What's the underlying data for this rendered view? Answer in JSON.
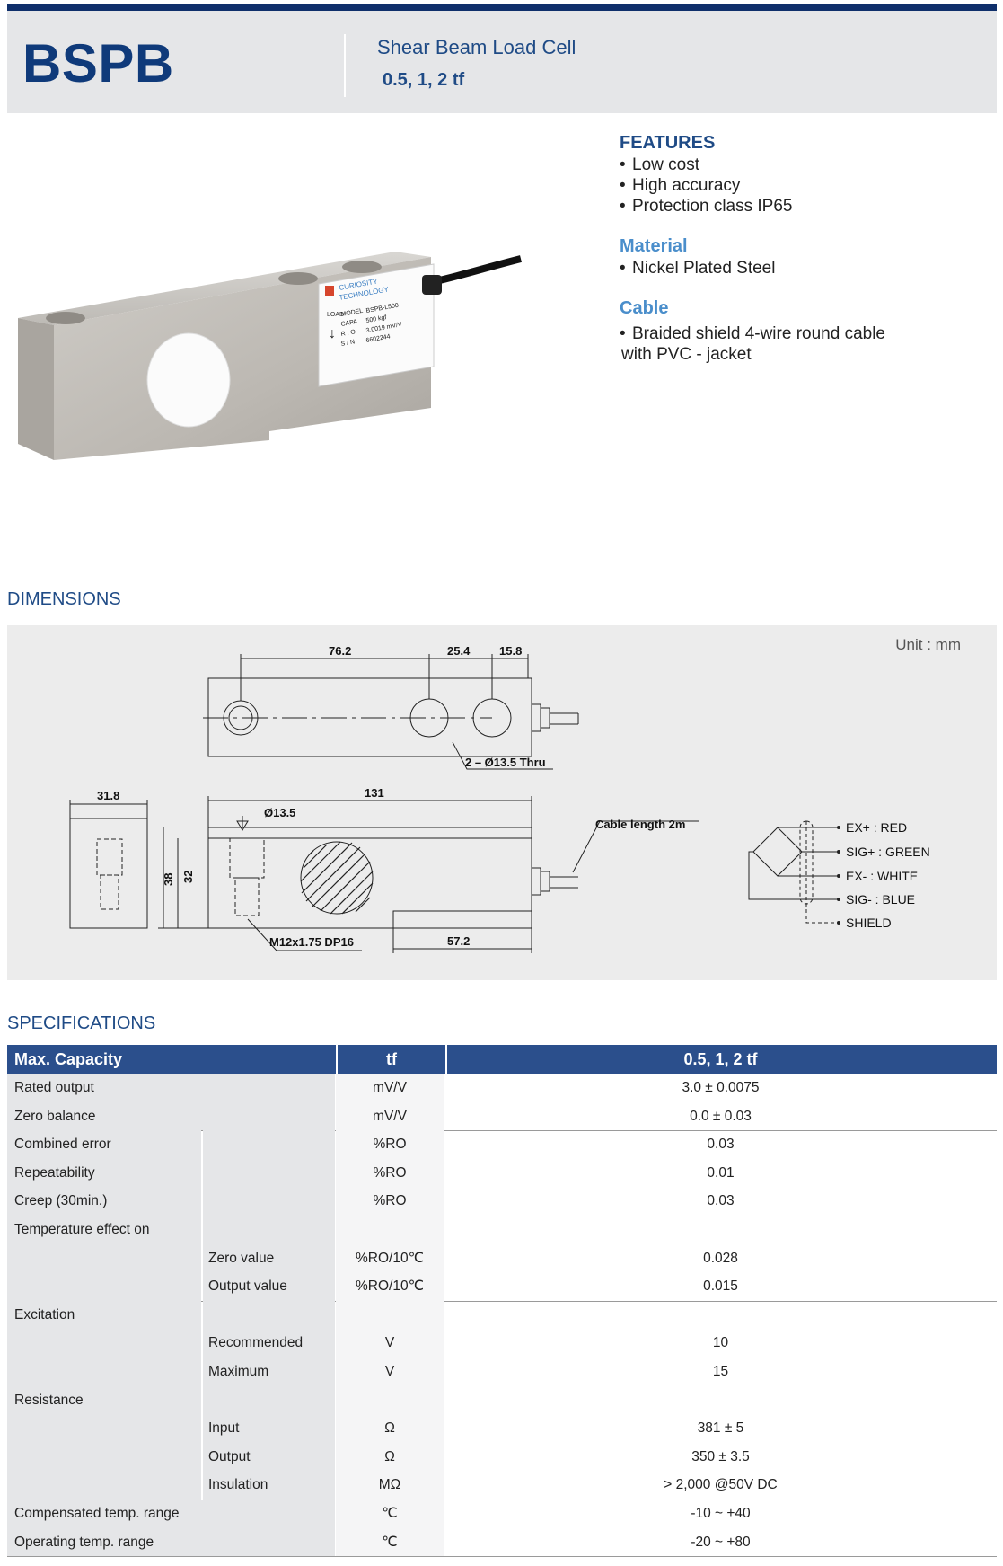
{
  "header": {
    "model": "BSPB",
    "title": "Shear Beam Load Cell",
    "capacity": "0.5, 1, 2 tf"
  },
  "product_label": {
    "brand_line1": "CURIOSITY",
    "brand_line2": "TECHNOLOGY",
    "load": "LOAD",
    "fields": [
      {
        "k": "MODEL",
        "v": "BSPB-L500"
      },
      {
        "k": "CAPA",
        "v": "500 kgf"
      },
      {
        "k": "R . O",
        "v": "3.0019 mV/V"
      },
      {
        "k": "S / N",
        "v": "6602244"
      }
    ]
  },
  "features": {
    "title": "FEATURES",
    "items": [
      "Low cost",
      "High accuracy",
      "Protection class IP65"
    ]
  },
  "material": {
    "title": "Material",
    "items": [
      "Nickel Plated Steel"
    ]
  },
  "cable": {
    "title": "Cable",
    "items": [
      "Braided shield 4-wire round cable",
      "with PVC - jacket"
    ]
  },
  "dimensions": {
    "title": "DIMENSIONS",
    "unit": "Unit : mm",
    "top_dims": [
      "76.2",
      "25.4",
      "15.8"
    ],
    "thru": "2 – Ø13.5 Thru",
    "width": "31.8",
    "length": "131",
    "hole": "Ø13.5",
    "height_outer": "38",
    "height_inner": "32",
    "thread": "M12x1.75 DP16",
    "bottom_dim": "57.2",
    "cable_length": "Cable length 2m",
    "wiring": [
      "EX+ : RED",
      "SIG+ : GREEN",
      "EX- : WHITE",
      "SIG- : BLUE",
      "SHIELD"
    ]
  },
  "specs": {
    "title": "SPECIFICATIONS",
    "head": {
      "name": "Max. Capacity",
      "unit": "tf",
      "value": "0.5, 1, 2 tf"
    },
    "rows": [
      {
        "name": "Rated output",
        "sub": "",
        "unit": "mV/V",
        "value": "3.0 ± 0.0075"
      },
      {
        "name": "Zero balance",
        "sub": "",
        "unit": "mV/V",
        "value": "0.0 ± 0.03"
      },
      {
        "name": "Combined error",
        "sub": "",
        "unit": "%RO",
        "value": "0.03"
      },
      {
        "name": "Repeatability",
        "sub": "",
        "unit": "%RO",
        "value": "0.01"
      },
      {
        "name": "Creep (30min.)",
        "sub": "",
        "unit": "%RO",
        "value": "0.03"
      },
      {
        "name": "Temperature effect on",
        "sub": "",
        "unit": "",
        "value": ""
      },
      {
        "name": "",
        "sub": "Zero value",
        "unit": "%RO/10℃",
        "value": "0.028"
      },
      {
        "name": "",
        "sub": "Output  value",
        "unit": "%RO/10℃",
        "value": "0.015"
      },
      {
        "name": "Excitation",
        "sub": "",
        "unit": "",
        "value": ""
      },
      {
        "name": "",
        "sub": "Recommended",
        "unit": "V",
        "value": "10"
      },
      {
        "name": "",
        "sub": "Maximum",
        "unit": "V",
        "value": "15"
      },
      {
        "name": "Resistance",
        "sub": "",
        "unit": "",
        "value": ""
      },
      {
        "name": "",
        "sub": "Input",
        "unit": "Ω",
        "value": "381 ± 5"
      },
      {
        "name": "",
        "sub": "Output",
        "unit": "Ω",
        "value": "350 ± 3.5"
      },
      {
        "name": "",
        "sub": "Insulation",
        "unit": "MΩ",
        "value": "> 2,000 @50V DC"
      },
      {
        "name": "Compensated temp. range",
        "sub": "",
        "unit": "℃",
        "value": "-10 ~ +40"
      },
      {
        "name": "Operating temp. range",
        "sub": "",
        "unit": "℃",
        "value": "-20 ~ +80"
      }
    ]
  }
}
